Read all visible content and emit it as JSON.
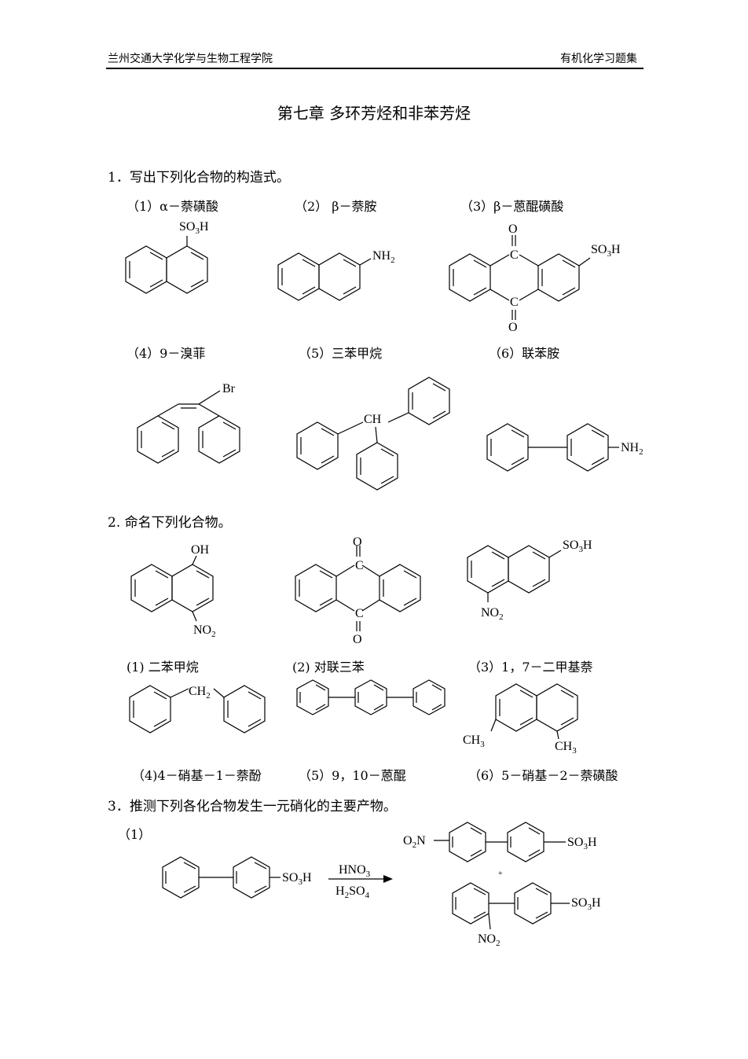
{
  "header": {
    "left": "兰州交通大学化学与生物工程学院",
    "right": "有机化学习题集"
  },
  "title": "第七章  多环芳烃和非苯芳烃",
  "q1": {
    "heading": "1．写出下列化合物的构造式。",
    "items": [
      "（1）α－萘磺酸",
      "（2）  β－萘胺",
      "（3）β－蒽醌磺酸",
      "（4）9－溴菲",
      "（5）三苯甲烷",
      "（6）联苯胺"
    ]
  },
  "q2": {
    "heading": "2. 命名下列化合物。",
    "items": [
      "(1)  二苯甲烷",
      "(2)  对联三苯",
      "（3）1，7－二甲基萘",
      "（4)4－硝基－1－萘酚",
      "（5）9，10－蒽醌",
      "（6）5－硝基－2－萘磺酸"
    ]
  },
  "q3": {
    "heading": "3．推测下列各化合物发生一元硝化的主要产物。",
    "item1": "（1）",
    "reagent_top": "HNO",
    "reagent_top_sub": "3",
    "reagent_bottom": "H",
    "reagent_bottom_sub1": "2",
    "reagent_bottom_mid": "SO",
    "reagent_bottom_sub2": "4",
    "plus": "+"
  },
  "atoms": {
    "SO": "SO",
    "H": "H",
    "NH": "NH",
    "NO": "NO",
    "O": "O",
    "C": "C",
    "CH": "CH",
    "Br": "Br",
    "OH": "OH",
    "CH3": "CH",
    "ON": "O",
    "N": "N",
    "two": "2",
    "three": "3"
  }
}
